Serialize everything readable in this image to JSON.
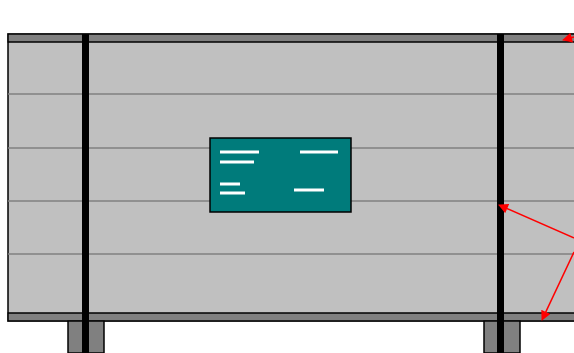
{
  "diagram": {
    "subject": "wooden-crate-with-strapping",
    "colors": {
      "background": "#ffffff",
      "crate_fill": "#c0c0c0",
      "crate_edge": "#000000",
      "plank_line": "#808080",
      "top_rail": "#808080",
      "strap": "#000000",
      "label_fill": "#007b7b",
      "label_text_lines": "#ffffff",
      "skid_fill": "#808080",
      "callout_arrow": "#ff0000"
    },
    "parts": {
      "plank_count": 5,
      "strap_count": 2,
      "skid_count": 2,
      "label_text_line_count": 6,
      "callout_arrow_count": 3
    }
  }
}
